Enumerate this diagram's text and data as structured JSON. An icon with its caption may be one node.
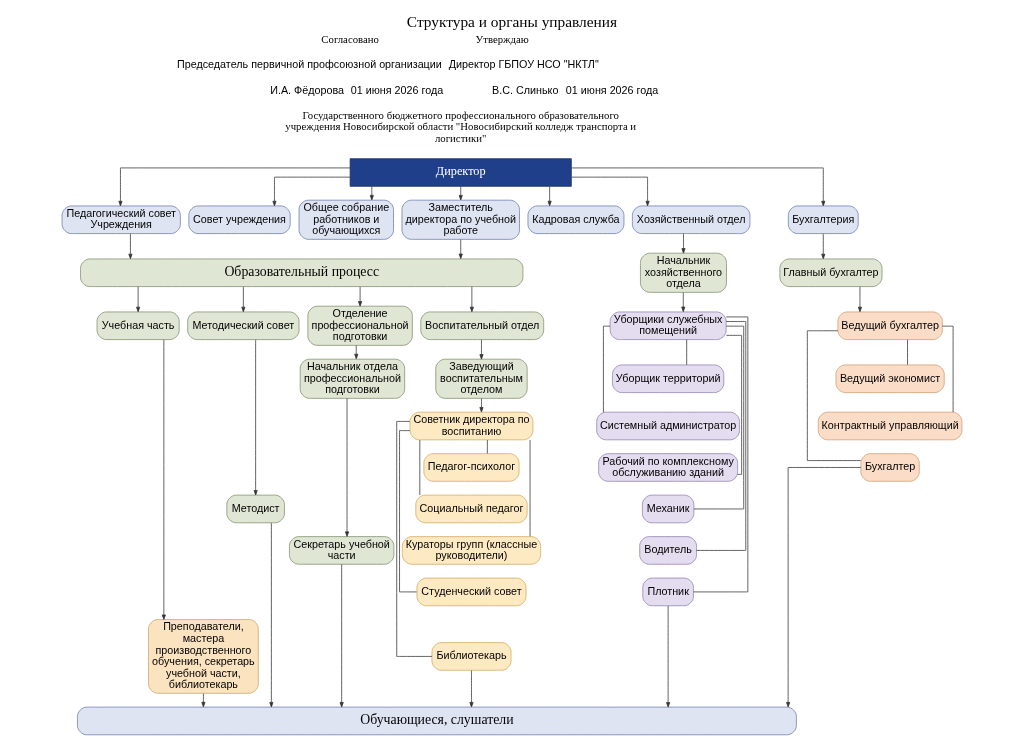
{
  "diagram": {
    "title": "Структура и органы управления",
    "nodes": [
      {
        "text": [
          "Директор"
        ]
      },
      {
        "text": [
          "Педагогический совет Учреждения"
        ]
      },
      {
        "text": [
          "Совет учреждения"
        ]
      },
      {
        "text": [
          "Общее собрание работников и обучающихся"
        ]
      },
      {
        "text": [
          "Заместитель директора по учебной работе"
        ]
      },
      {
        "text": [
          "Кадровая служба"
        ]
      },
      {
        "text": [
          "Хозяйственный отдел"
        ]
      },
      {
        "text": [
          "Бухгалтерия"
        ]
      },
      {
        "text": [
          "Образовательный процесс"
        ]
      },
      {
        "text": [
          "Учебная часть"
        ]
      },
      {
        "text": [
          "Методический совет"
        ]
      },
      {
        "text": [
          "Отделение профессиональной подготовки"
        ]
      },
      {
        "text": [
          "Воспитательный отдел"
        ]
      },
      {
        "text": [
          "Начальник хозяйственного отдела"
        ]
      },
      {
        "text": [
          "Главный бухгалтер"
        ]
      },
      {
        "text": [
          "Преподаватели, мастера производственного обучения, секретарь учебной части, библиотекарь"
        ]
      },
      {
        "text": [
          "Методист"
        ]
      },
      {
        "text": [
          "Начальник отдела профессиональной подготовки"
        ]
      },
      {
        "text": [
          "Заведующий воспитательным отделом"
        ]
      },
      {
        "text": [
          "Секретарь учебной части"
        ]
      },
      {
        "text": [
          "Советник директора по воспитанию"
        ]
      },
      {
        "text": [
          "Педагог-психолог"
        ]
      },
      {
        "text": [
          "Социальный педагог"
        ]
      },
      {
        "text": [
          "Кураторы групп (классные руководители)"
        ]
      },
      {
        "text": [
          "Студенческий совет"
        ]
      },
      {
        "text": [
          "Библиотекарь"
        ]
      },
      {
        "text": [
          "Уборщики служебных помещений"
        ]
      },
      {
        "text": [
          "Уборщик территорий"
        ]
      },
      {
        "text": [
          "Системный администратор"
        ]
      },
      {
        "text": [
          "Рабочий по комплексному обслуживанию зданий"
        ]
      },
      {
        "text": [
          "Механик"
        ]
      },
      {
        "text": [
          "Водитель"
        ]
      },
      {
        "text": [
          "Плотник"
        ]
      },
      {
        "text": [
          "Ведущий бухгалтер"
        ]
      },
      {
        "text": [
          "Ведущий экономист"
        ]
      },
      {
        "text": [
          "Контрактный управляющий"
        ]
      },
      {
        "text": [
          "Бухгалтер"
        ]
      },
      {
        "text": [
          "Обучающиеся, слушатели"
        ]
      }
    ],
    "edges": [
      {
        "from": 0,
        "to": 1,
        "arrow": "to"
      },
      {
        "from": 0,
        "to": 2,
        "arrow": "to"
      },
      {
        "from": 0,
        "to": 3,
        "arrow": "to"
      },
      {
        "from": 0,
        "to": 4,
        "arrow": "to"
      },
      {
        "from": 0,
        "to": 5,
        "arrow": "to"
      },
      {
        "from": 0,
        "to": 6,
        "arrow": "to"
      },
      {
        "from": 0,
        "to": 7,
        "arrow": "to"
      },
      {
        "from": 1,
        "to": 8,
        "arrow": "to"
      },
      {
        "from": 4,
        "to": 8,
        "arrow": "to"
      },
      {
        "from": 8,
        "to": 9,
        "arrow": "to"
      },
      {
        "from": 8,
        "to": 10,
        "arrow": "to"
      },
      {
        "from": 8,
        "to": 11,
        "arrow": "to"
      },
      {
        "from": 8,
        "to": 12,
        "arrow": "to"
      },
      {
        "from": 6,
        "to": 13,
        "arrow": "to"
      },
      {
        "from": 7,
        "to": 14,
        "arrow": "to"
      },
      {
        "from": 9,
        "to": 15,
        "arrow": "to"
      },
      {
        "from": 10,
        "to": 16,
        "arrow": "to"
      },
      {
        "from": 11,
        "to": 17,
        "arrow": "to"
      },
      {
        "from": 17,
        "to": 19,
        "arrow": "to"
      },
      {
        "from": 12,
        "to": 18,
        "arrow": "to"
      },
      {
        "from": 18,
        "to": 20,
        "arrow": "to"
      },
      {
        "from": 20,
        "to": 21,
        "arrow": "none"
      },
      {
        "from": 20,
        "to": 22,
        "arrow": "none"
      },
      {
        "from": 20,
        "to": 23,
        "arrow": "none"
      },
      {
        "from": 20,
        "to": 24,
        "arrow": "none"
      },
      {
        "from": 20,
        "to": 25,
        "arrow": "none"
      },
      {
        "from": 13,
        "to": 26,
        "arrow": "to"
      },
      {
        "from": 26,
        "to": 27,
        "arrow": "none"
      },
      {
        "from": 26,
        "to": 28,
        "arrow": "none"
      },
      {
        "from": 26,
        "to": 29,
        "arrow": "none"
      },
      {
        "from": 26,
        "to": 30,
        "arrow": "none"
      },
      {
        "from": 26,
        "to": 31,
        "arrow": "none"
      },
      {
        "from": 26,
        "to": 32,
        "arrow": "none"
      },
      {
        "from": 14,
        "to": 33,
        "arrow": "to"
      },
      {
        "from": 33,
        "to": 34,
        "arrow": "none"
      },
      {
        "from": 33,
        "to": 35,
        "arrow": "none"
      },
      {
        "from": 33,
        "to": 36,
        "arrow": "none"
      },
      {
        "from": 15,
        "to": 37,
        "arrow": "to"
      },
      {
        "from": 16,
        "to": 37,
        "arrow": "to"
      },
      {
        "from": 19,
        "to": 37,
        "arrow": "to"
      },
      {
        "from": 25,
        "to": 37,
        "arrow": "to"
      },
      {
        "from": 32,
        "to": 37,
        "arrow": "to"
      },
      {
        "from": 36,
        "to": 37,
        "arrow": "to"
      }
    ],
    "labels": [
      "Согласовано",
      "Председатель первичной профсоюзной организации",
      "И.А. Фёдорова",
      "01 июня 2026 года",
      "Утверждаю",
      "Директор ГБПОУ НСО \"НКТЛ\"",
      "В.С. Слинько",
      "01 июня 2026 года",
      "Государственного бюджетного профессионального образовательного учреждения Новосибирской области \"Новосибирский колледж транспорта и логистики\""
    ]
  }
}
